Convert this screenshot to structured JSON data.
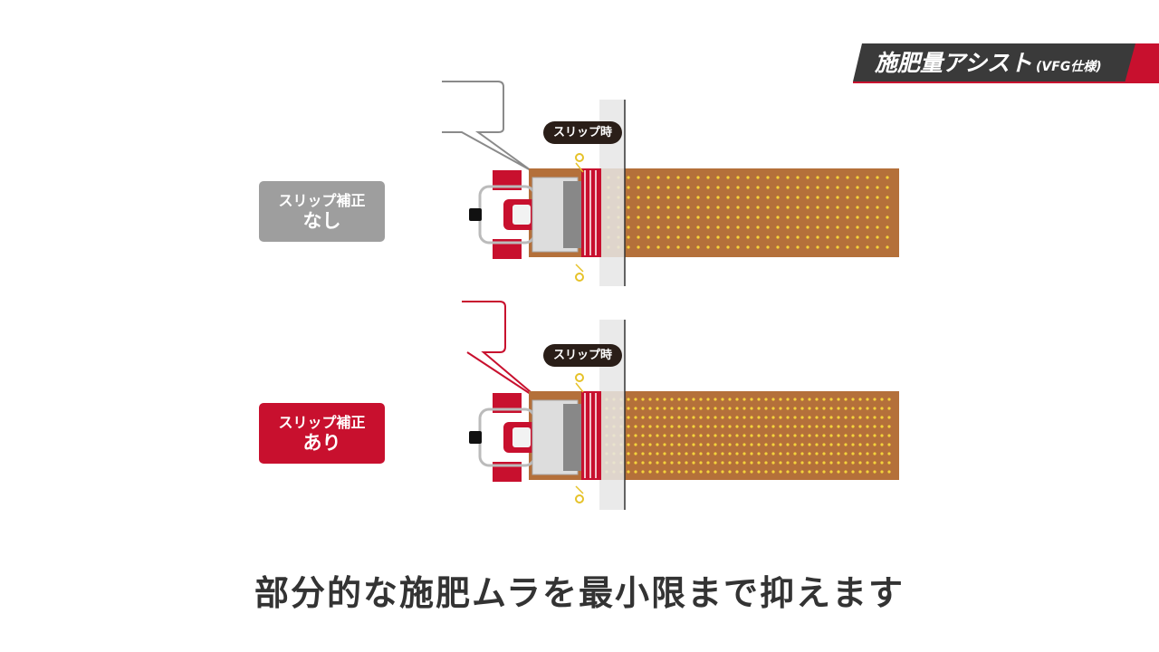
{
  "header": {
    "title": "施肥量アシスト",
    "subtitle": "(VFG仕様)"
  },
  "panels": [
    {
      "label_line1": "スリップ補正",
      "label_line2": "なし",
      "badge": "スリップ時",
      "box_color": "#9e9e9e",
      "callout_color": "#8a8a8a"
    },
    {
      "label_line1": "スリップ補正",
      "label_line2": "あり",
      "badge": "スリップ時",
      "box_color": "#c8102e",
      "callout_color": "#c8102e"
    }
  ],
  "caption": "部分的な施肥ムラを最小限まで抑えます",
  "colors": {
    "brand_red": "#c8102e",
    "title_bg": "#3a3a3a",
    "soil": "#b4703a",
    "fertilizer_dot": "#f4d23c",
    "caption_text": "#333333"
  }
}
